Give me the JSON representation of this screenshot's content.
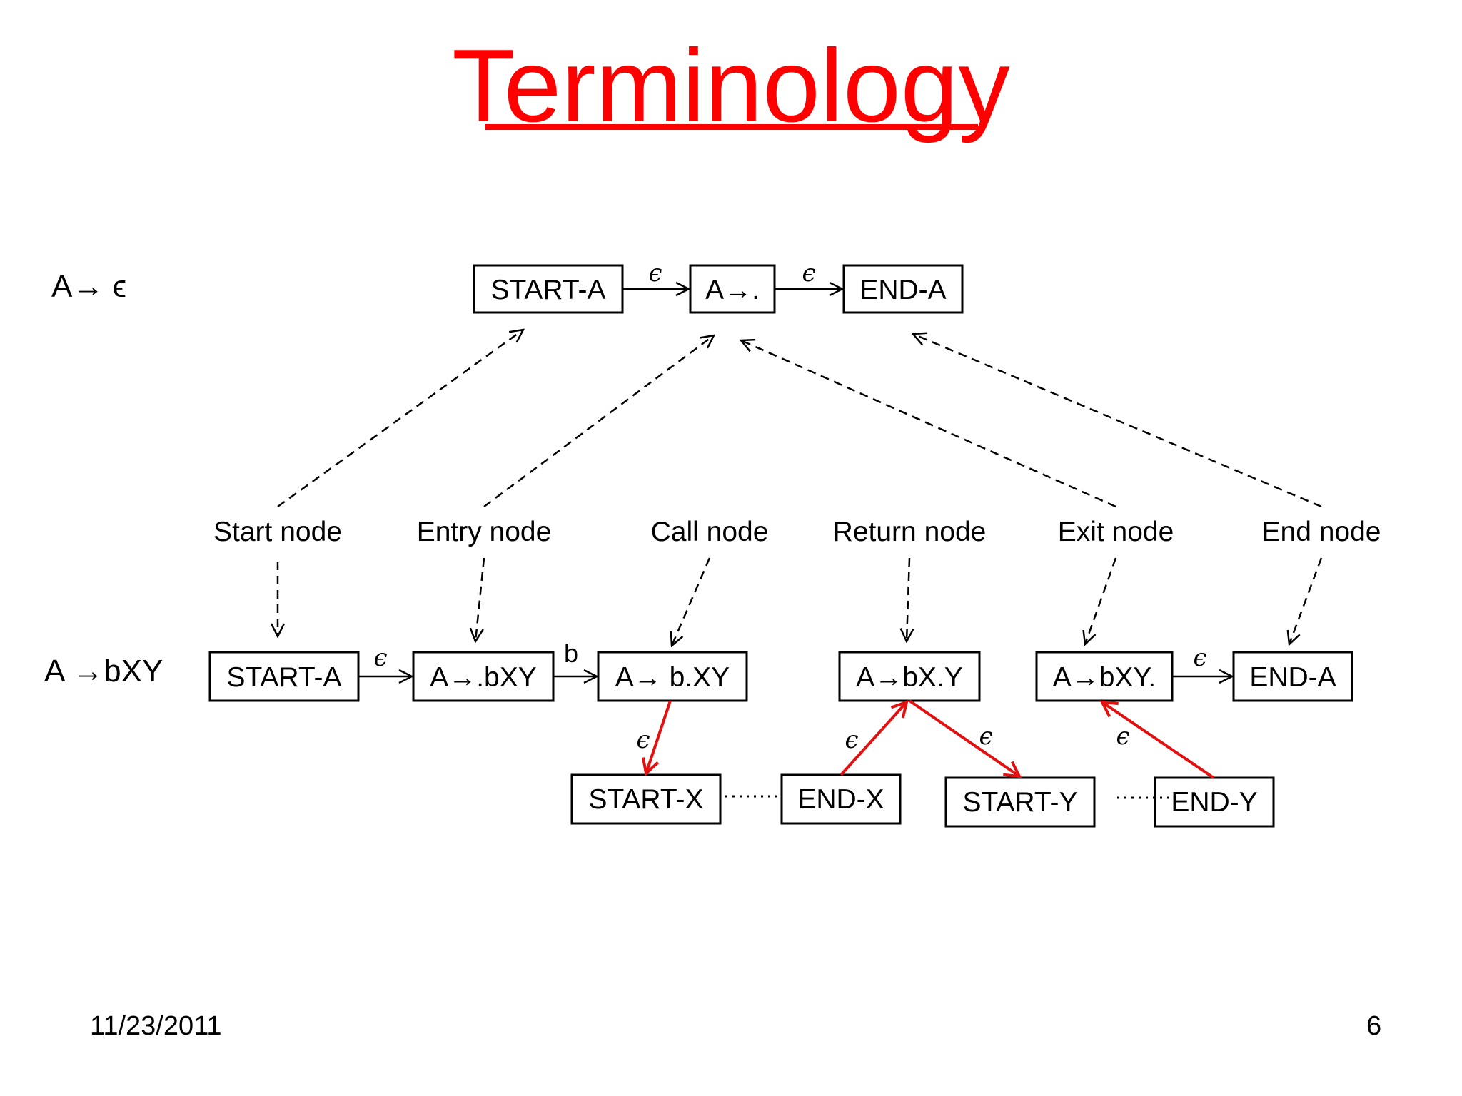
{
  "title": "Terminology",
  "rows": {
    "top_label": "A→ ϵ",
    "bottom_label": "A →bXY"
  },
  "top_row": {
    "start": "START-A",
    "middle": "A→.",
    "end": "END-A",
    "edge_labels": [
      "ϵ",
      "ϵ"
    ]
  },
  "terms": {
    "start": "Start node",
    "entry": "Entry node",
    "call": "Call node",
    "return": "Return node",
    "exit": "Exit node",
    "end": "End node"
  },
  "bottom_row": {
    "start": "START-A",
    "entry": "A→.bXY",
    "call": "A→ b.XY",
    "return": "A→bX.Y",
    "exit": "A→bXY.",
    "end": "END-A",
    "edge_labels": [
      "ϵ",
      "b",
      "ϵ"
    ]
  },
  "sub_row": {
    "start_x": "START-X",
    "end_x": "END-X",
    "start_y": "START-Y",
    "end_y": "END-Y",
    "edge_labels": [
      "ϵ",
      "ϵ",
      "ϵ",
      "ϵ"
    ]
  },
  "footer": {
    "date": "11/23/2011",
    "page": "6"
  },
  "colors": {
    "title": "#ff0000",
    "call_return_edges": "#e41010"
  }
}
